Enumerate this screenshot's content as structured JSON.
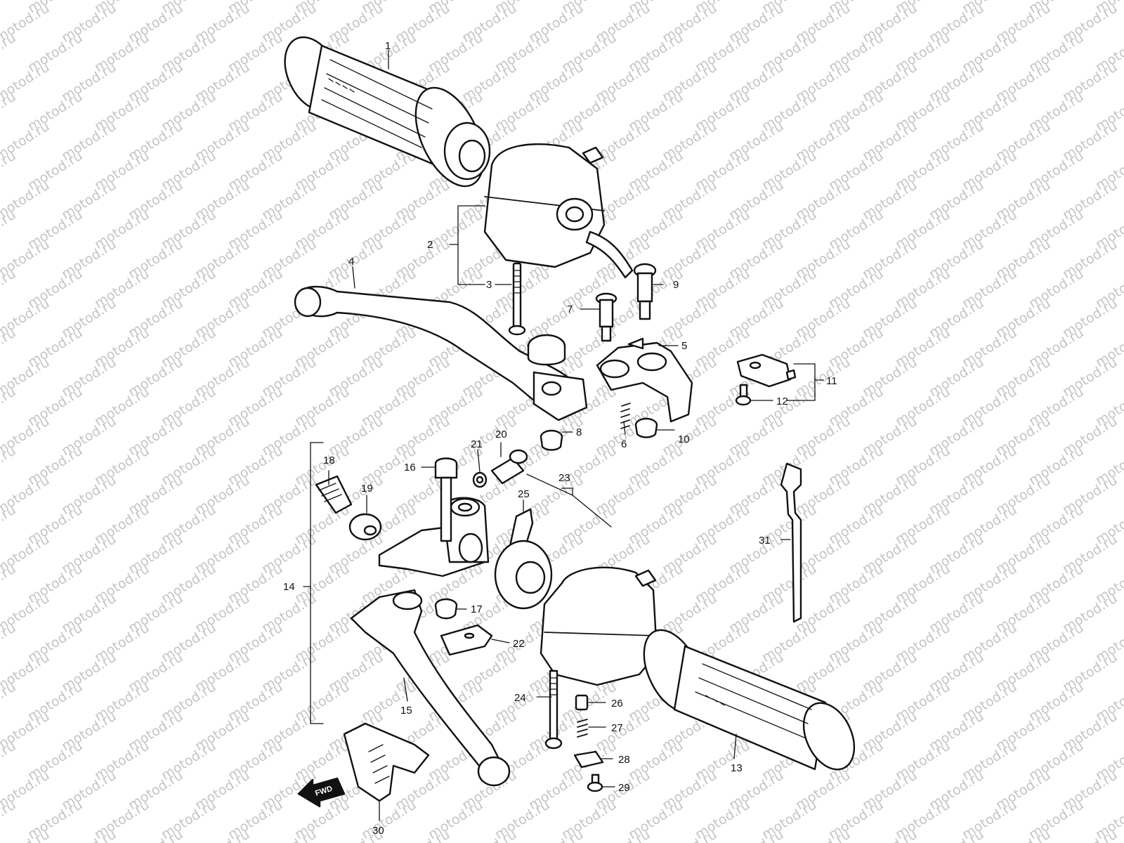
{
  "watermark": "motod.ru",
  "fwd_label": "FWD",
  "callouts": [
    {
      "id": "1",
      "text": "1"
    },
    {
      "id": "2",
      "text": "2"
    },
    {
      "id": "3",
      "text": "3"
    },
    {
      "id": "4",
      "text": "4"
    },
    {
      "id": "5",
      "text": "5"
    },
    {
      "id": "6",
      "text": "6"
    },
    {
      "id": "7",
      "text": "7"
    },
    {
      "id": "8",
      "text": "8"
    },
    {
      "id": "9",
      "text": "9"
    },
    {
      "id": "10",
      "text": "10"
    },
    {
      "id": "11",
      "text": "11"
    },
    {
      "id": "12",
      "text": "12"
    },
    {
      "id": "13",
      "text": "13"
    },
    {
      "id": "14",
      "text": "14"
    },
    {
      "id": "15",
      "text": "15"
    },
    {
      "id": "16",
      "text": "16"
    },
    {
      "id": "17",
      "text": "17"
    },
    {
      "id": "18",
      "text": "18"
    },
    {
      "id": "19",
      "text": "19"
    },
    {
      "id": "20",
      "text": "20"
    },
    {
      "id": "21",
      "text": "21"
    },
    {
      "id": "22",
      "text": "22"
    },
    {
      "id": "23",
      "text": "23"
    },
    {
      "id": "24",
      "text": "24"
    },
    {
      "id": "25",
      "text": "25"
    },
    {
      "id": "26",
      "text": "26"
    },
    {
      "id": "27",
      "text": "27"
    },
    {
      "id": "28",
      "text": "28"
    },
    {
      "id": "29",
      "text": "29"
    },
    {
      "id": "30",
      "text": "30"
    },
    {
      "id": "31",
      "text": "31"
    }
  ],
  "colors": {
    "line": "#111111",
    "watermark": "#c4c4c4",
    "background": "#ffffff"
  }
}
